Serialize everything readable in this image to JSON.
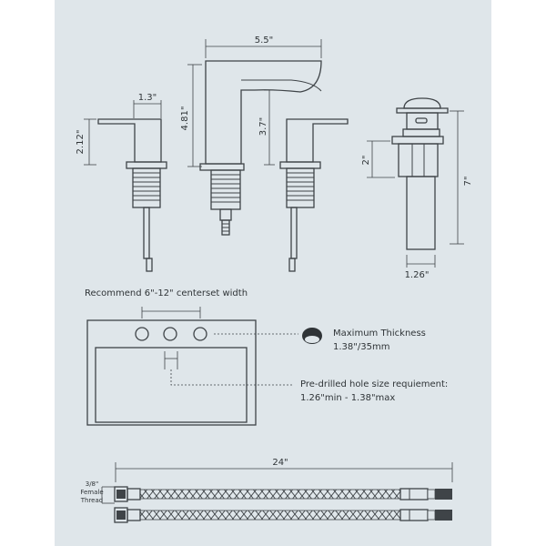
{
  "dimensions": {
    "spout_width": "5.5\"",
    "handle_width": "1.3\"",
    "handle_height": "2.12\"",
    "faucet_height": "4.81\"",
    "spout_height": "3.7\"",
    "drain_upper": "2\"",
    "drain_total": "7\"",
    "drain_diameter": "1.26\"",
    "hose_length": "24\""
  },
  "notes": {
    "centerset": "Recommend 6\"-12\" centerset width",
    "thickness_title": "Maximum Thickness",
    "thickness_value": "1.38\"/35mm",
    "hole_title": "Pre-drilled hole size requiement:",
    "hole_value": "1.26\"min - 1.38\"max"
  },
  "hose_label": [
    "3/8\"",
    "Female",
    "Thread"
  ],
  "colors": {
    "panel": "#dfe6ea",
    "line": "#3f4448",
    "text": "#2f3437"
  }
}
